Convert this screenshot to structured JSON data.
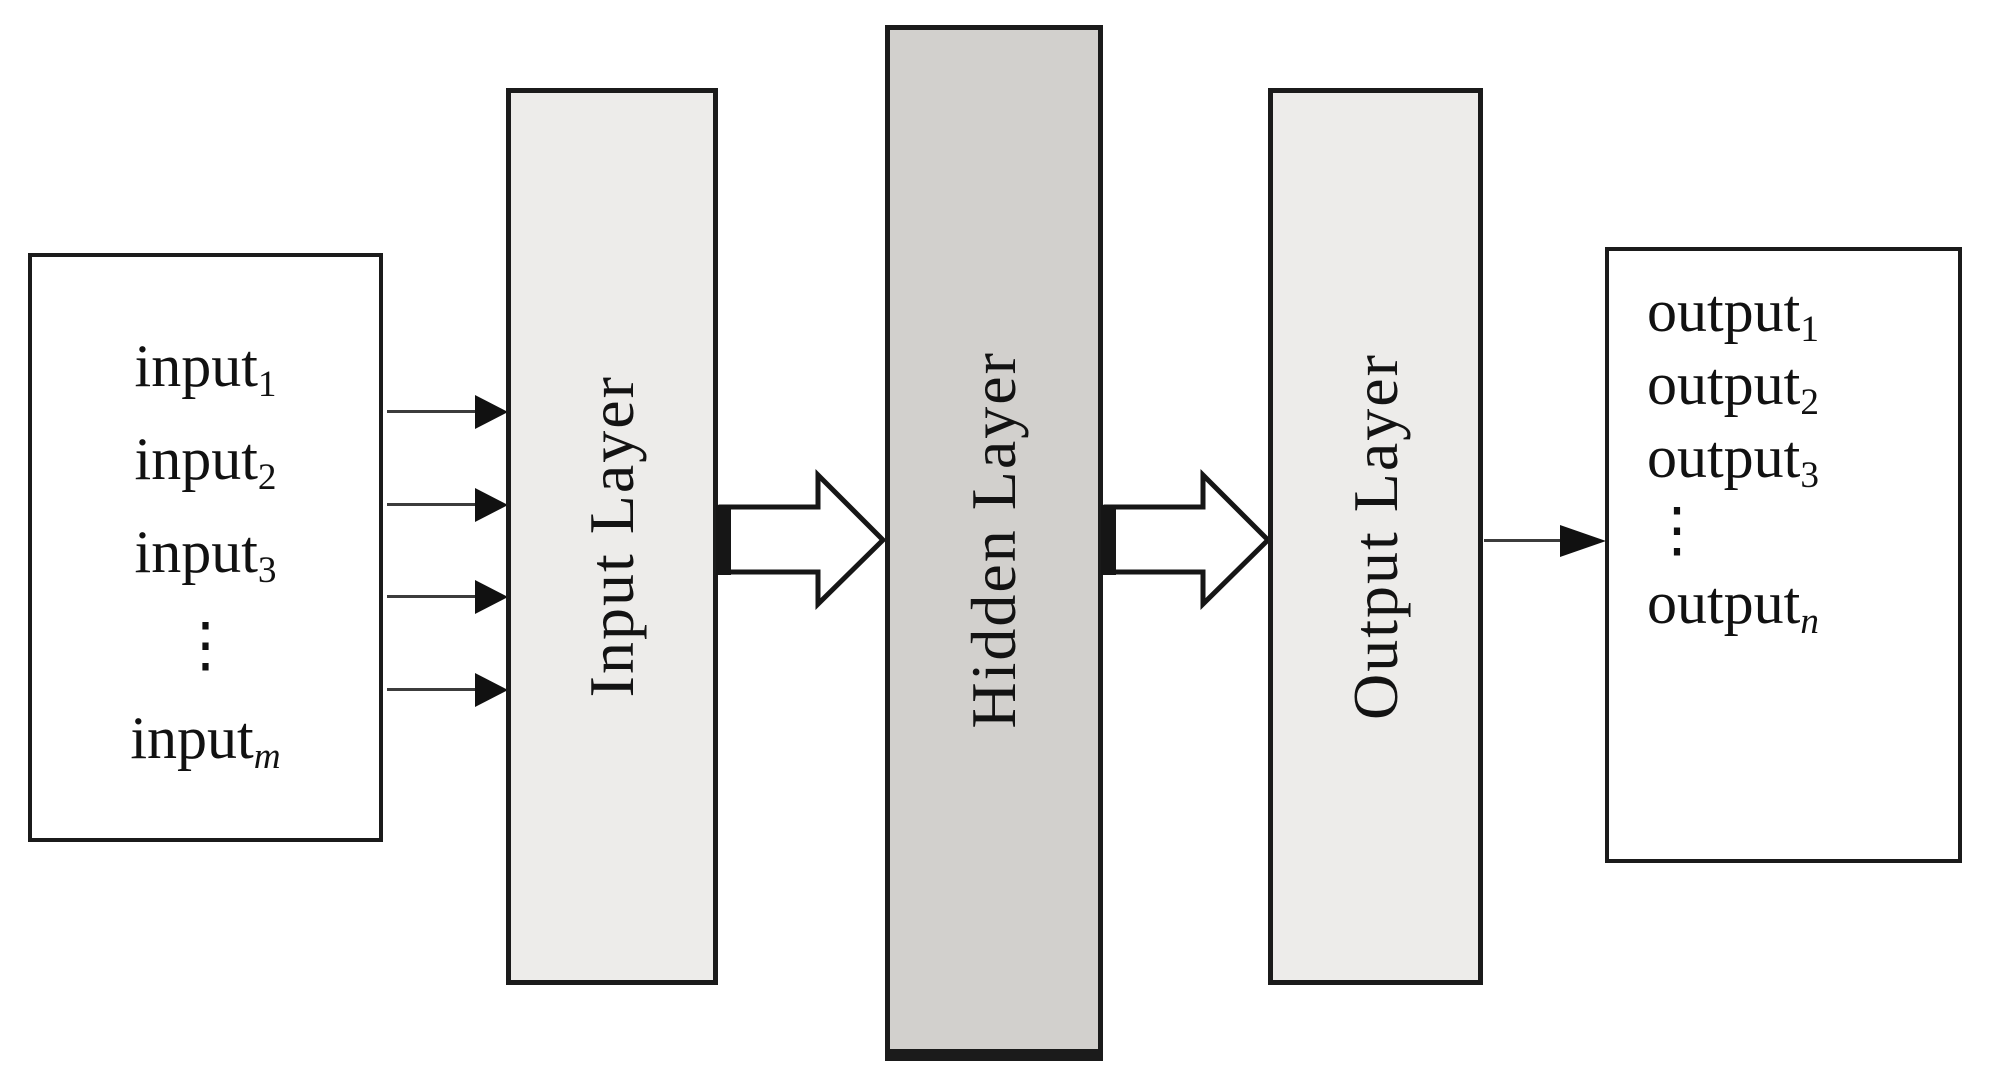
{
  "colors": {
    "background": "#ffffff",
    "value_box_fill": "#ffffff",
    "layer_fill_light": "#edecea",
    "layer_fill_dark": "#d2d0cd",
    "border": "#1b1b1b",
    "text": "#111111",
    "arrow_line": "#3c3c3c",
    "arrow_head": "#111111"
  },
  "input_box": {
    "lines": [
      {
        "base": "input",
        "sub": "1"
      },
      {
        "base": "input",
        "sub": "2"
      },
      {
        "base": "input",
        "sub": "3"
      },
      {
        "base": "⋮",
        "sub": ""
      },
      {
        "base": "input",
        "sub": "m"
      }
    ]
  },
  "layers": {
    "input": {
      "label": "Input Layer"
    },
    "hidden": {
      "label": "Hidden Layer"
    },
    "output": {
      "label": "Output Layer"
    }
  },
  "output_box": {
    "lines": [
      {
        "base": "output",
        "sub": "1"
      },
      {
        "base": "output",
        "sub": "2"
      },
      {
        "base": "output",
        "sub": "3"
      },
      {
        "base": "⋮",
        "sub": ""
      },
      {
        "base": "output",
        "sub": "n"
      }
    ]
  }
}
